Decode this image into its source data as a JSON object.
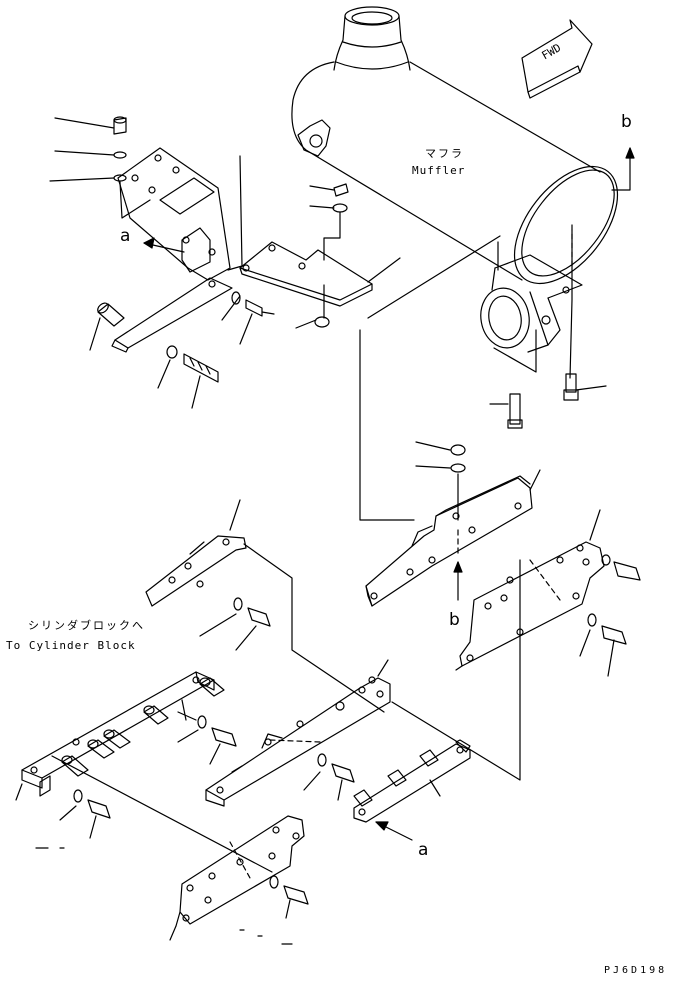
{
  "muffler": {
    "label_jp": "マフラ",
    "label_en": "Muffler"
  },
  "direction": {
    "fwd": "FWD"
  },
  "cylinder": {
    "label_jp": "シリンダブロックへ",
    "label_en": "To Cylinder Block"
  },
  "refs": {
    "a_top": "a",
    "a_bottom": "a",
    "b_top": "b",
    "b_bottom": "b"
  },
  "drawing_code": "PJ6D198"
}
